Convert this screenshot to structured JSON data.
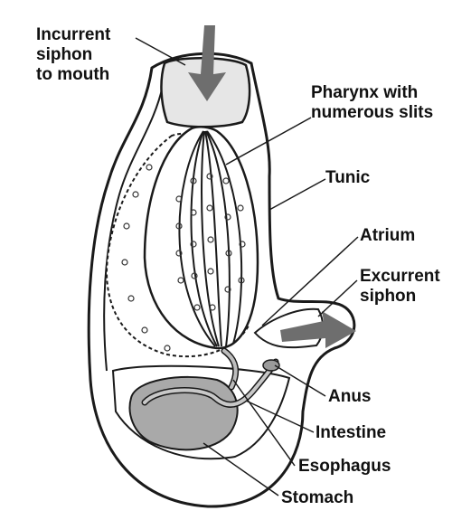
{
  "labels": {
    "incurrent_siphon": "Incurrent\nsiphon\nto mouth",
    "pharynx": "Pharynx with\nnumerous slits",
    "tunic": "Tunic",
    "atrium": "Atrium",
    "excurrent_siphon": "Excurrent\nsiphon",
    "anus": "Anus",
    "intestine": "Intestine",
    "esophagus": "Esophagus",
    "stomach": "Stomach"
  },
  "colors": {
    "outline": "#1a1a1a",
    "body_fill": "#ffffff",
    "flow_arrow": "#6e6e6e",
    "gut_fill": "#a9a9a9",
    "siphon_fill": "#e6e6e6"
  }
}
